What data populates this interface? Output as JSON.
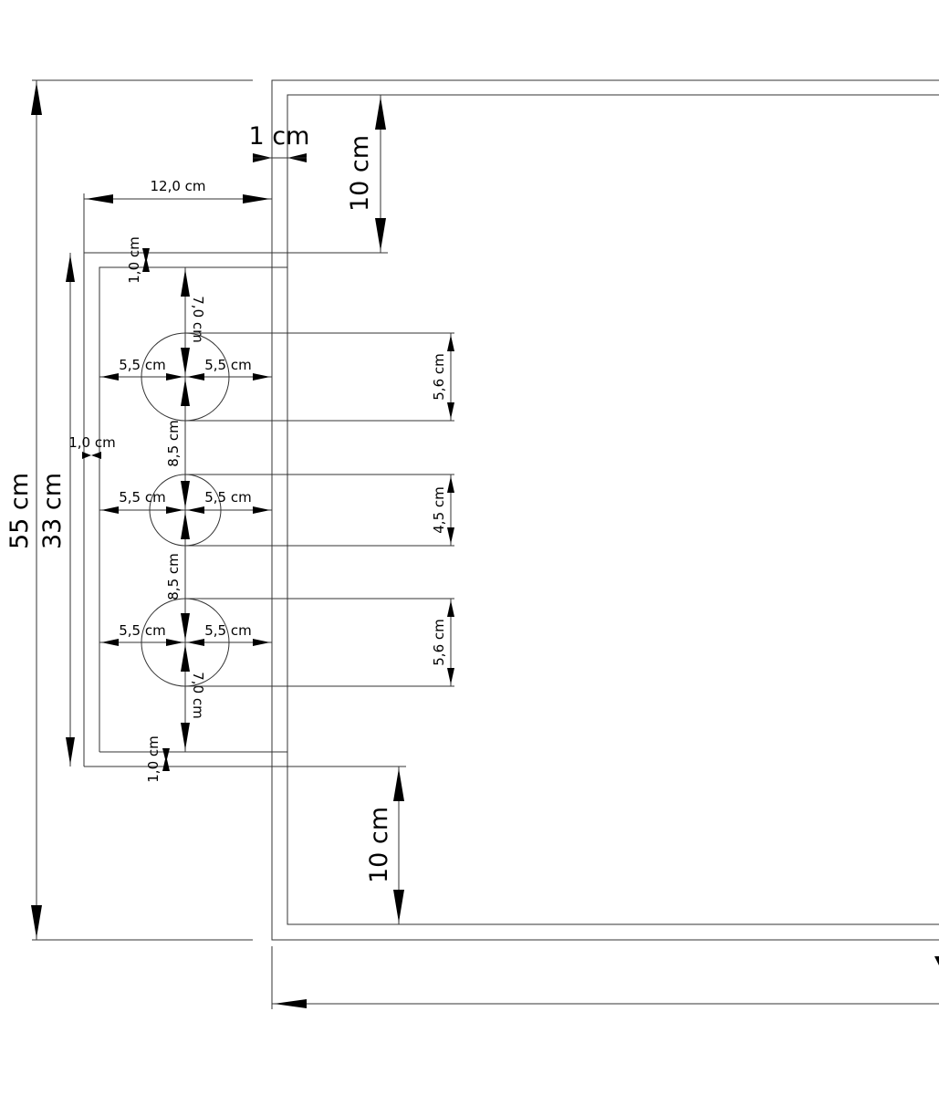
{
  "dimensions": {
    "total_height": "55 cm",
    "panel_height": "33 cm",
    "panel_width": "12,0 cm",
    "offset_top": "10 cm",
    "offset_bottom": "10 cm",
    "wall_thickness": "1 cm",
    "margin_top": "1,0 cm",
    "margin_side": "1,0 cm",
    "margin_bottom": "1,0 cm",
    "top_to_hole1": "7,0 cm",
    "hole1_to_hole2": "8,5 cm",
    "hole2_to_hole3": "8,5 cm",
    "hole3_to_bottom": "7,0 cm",
    "hole1_left": "5,5 cm",
    "hole1_right": "5,5 cm",
    "hole2_left": "5,5 cm",
    "hole2_right": "5,5 cm",
    "hole3_left": "5,5 cm",
    "hole3_right": "5,5 cm",
    "hole1_diameter": "5,6 cm",
    "hole2_diameter": "4,5 cm",
    "hole3_diameter": "5,6 cm"
  }
}
